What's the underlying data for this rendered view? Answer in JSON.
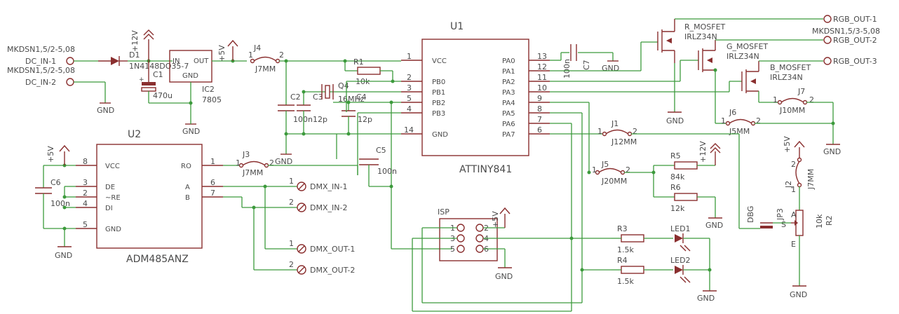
{
  "sheet": {
    "u1": {
      "name": "U1",
      "value": "ATTINY841",
      "left_pins": [
        {
          "num": "1",
          "name": "VCC"
        },
        {
          "num": "2",
          "name": "PB0"
        },
        {
          "num": "3",
          "name": "PB1"
        },
        {
          "num": "5",
          "name": "PB2"
        },
        {
          "num": "4",
          "name": "PB3"
        },
        {
          "num": "14",
          "name": "GND"
        }
      ],
      "right_pins": [
        {
          "num": "13",
          "name": "PA0"
        },
        {
          "num": "12",
          "name": "PA1"
        },
        {
          "num": "11",
          "name": "PA2"
        },
        {
          "num": "10",
          "name": "PA3"
        },
        {
          "num": "9",
          "name": "PA4"
        },
        {
          "num": "8",
          "name": "PA5"
        },
        {
          "num": "7",
          "name": "PA6"
        },
        {
          "num": "6",
          "name": "PA7"
        }
      ]
    },
    "u2": {
      "name": "U2",
      "value": "ADM485ANZ",
      "left_pins": [
        {
          "num": "8",
          "name": "VCC"
        },
        {
          "num": "3",
          "name": "DE"
        },
        {
          "num": "2",
          "name": "~RE"
        },
        {
          "num": "4",
          "name": "DI"
        },
        {
          "num": "5",
          "name": "GND"
        }
      ],
      "right_pins": [
        {
          "num": "1",
          "name": "RO"
        },
        {
          "num": "6",
          "name": "A"
        },
        {
          "num": "7",
          "name": "B"
        }
      ]
    },
    "ic2": {
      "name": "IC2",
      "value": "7805",
      "in": "IN",
      "out": "OUT",
      "gnd": "GND"
    },
    "d1": {
      "name": "D1",
      "value": "1N4148DO35-7"
    },
    "c1": {
      "name": "C1",
      "value": "470u"
    },
    "c2": {
      "name": "C2",
      "value": "100n"
    },
    "c3": {
      "name": "C3",
      "value": "12p"
    },
    "c4": {
      "name": "C4",
      "value": "12p"
    },
    "c5": {
      "name": "C5",
      "value": "100n"
    },
    "c6": {
      "name": "C6",
      "value": "100n"
    },
    "c7": {
      "name": "C7",
      "value": "100n"
    },
    "q4": {
      "name": "Q4",
      "value": "16MHz"
    },
    "r1": {
      "name": "R1",
      "value": "10k"
    },
    "r2": {
      "name": "R2",
      "value": "10k",
      "pin_a": "A",
      "pin_e": "E",
      "pin_s": "S"
    },
    "r3": {
      "name": "R3",
      "value": "1.5k"
    },
    "r4": {
      "name": "R4",
      "value": "1.5k"
    },
    "r5": {
      "name": "R5",
      "value": "84k"
    },
    "r6": {
      "name": "R6",
      "value": "12k"
    },
    "led1": "LED1",
    "led2": "LED2",
    "jumpers": {
      "j1": {
        "name": "J1",
        "value": "J12MM"
      },
      "j2": {
        "name": "J2",
        "value": "J7MM"
      },
      "j3": {
        "name": "J3",
        "value": "J7MM"
      },
      "j4": {
        "name": "J4",
        "value": "J7MM"
      },
      "j5": {
        "name": "J5",
        "value": "J20MM"
      },
      "j6": {
        "name": "J6",
        "value": "J5MM"
      },
      "j7": {
        "name": "J7",
        "value": "J10MM"
      },
      "pin1": "1",
      "pin2": "2"
    },
    "jp3": {
      "name": "JP3",
      "value": "DBG"
    },
    "isp": {
      "name": "ISP",
      "pins": [
        "1",
        "2",
        "3",
        "4",
        "5",
        "6"
      ]
    },
    "mosfets": {
      "r": {
        "name": "R_MOSFET",
        "value": "IRLZ34N"
      },
      "g": {
        "name": "G_MOSFET",
        "value": "IRLZ34N"
      },
      "b": {
        "name": "B_MOSFET",
        "value": "IRLZ34N"
      }
    },
    "connectors": {
      "dc_part": "MKDSN1,5/2-5,08",
      "dc_part2": "MKDSN1,5/2-5,08",
      "dc_in_1": "DC_IN-1",
      "dc_in_2": "DC_IN-2",
      "rgb_part": "MKDSN1,5/3-5,08",
      "rgb_out_1": "RGB_OUT-1",
      "rgb_out_2": "RGB_OUT-2",
      "rgb_out_3": "RGB_OUT-3",
      "dmx_in_1": "DMX_IN-1",
      "dmx_in_2": "DMX_IN-2",
      "dmx_out_1": "DMX_OUT-1",
      "dmx_out_2": "DMX_OUT-2",
      "p1": "1",
      "p2": "2"
    },
    "supplies": {
      "plus5": "+5V",
      "plus12": "+12V",
      "gnd": "GND"
    }
  }
}
